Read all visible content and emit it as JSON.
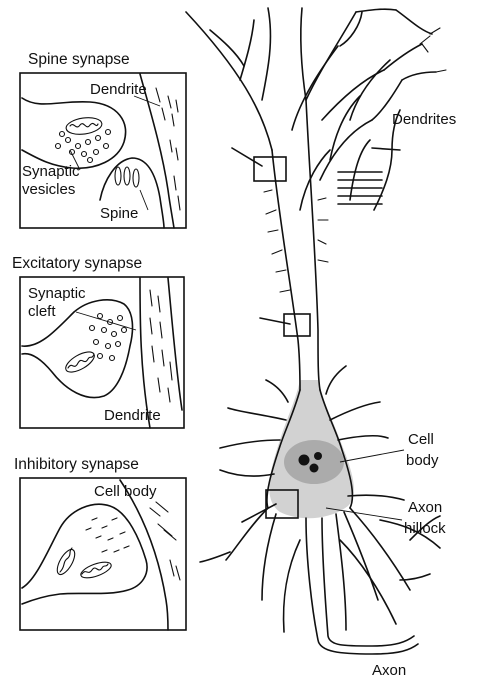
{
  "panels": {
    "spine": {
      "title": "Spine synapse",
      "labels": {
        "dendrite": "Dendrite",
        "vesicles_line1": "Synaptic",
        "vesicles_line2": "vesicles",
        "spine": "Spine"
      }
    },
    "excitatory": {
      "title": "Excitatory synapse",
      "labels": {
        "cleft_line1": "Synaptic",
        "cleft_line2": "cleft",
        "dendrite": "Dendrite"
      }
    },
    "inhibitory": {
      "title": "Inhibitory synapse",
      "labels": {
        "cell_body": "Cell body"
      }
    }
  },
  "neuron": {
    "labels": {
      "dendrites": "Dendrites",
      "cell_body_line1": "Cell",
      "cell_body_line2": "body",
      "axon_hillock_line1": "Axon",
      "axon_hillock_line2": "hillock",
      "axon": "Axon"
    }
  },
  "colors": {
    "ink": "#111111",
    "soma_fill": "#cfcfcf",
    "nucleus_fill": "#a9a9a9",
    "background": "#ffffff"
  }
}
